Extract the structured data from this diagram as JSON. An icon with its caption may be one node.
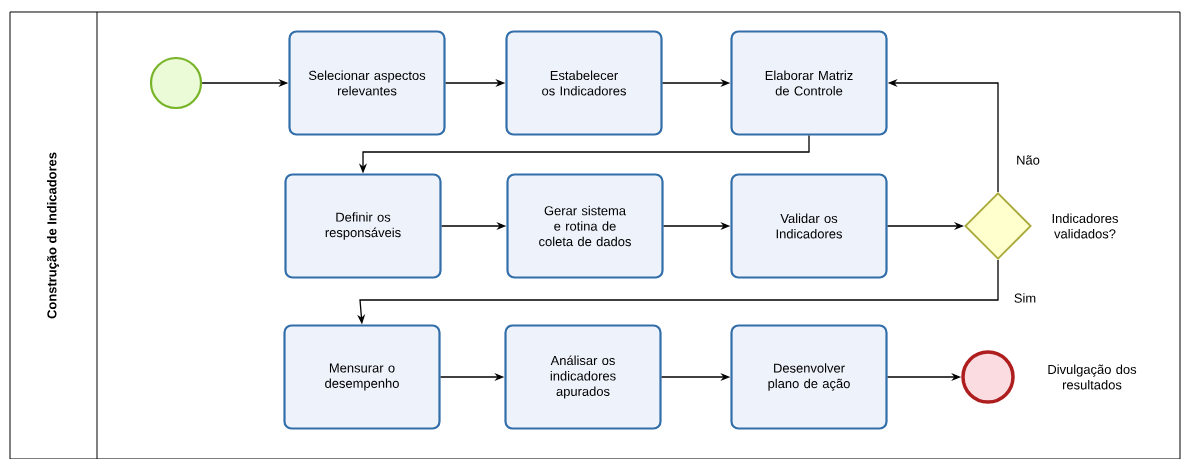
{
  "diagram": {
    "nodes": [
      {
        "text": [
          "Construção de Indicadores"
        ]
      },
      {
        "text": [],
        "shape": "circle",
        "in": 0
      },
      {
        "text": [
          "Selecionar aspectos relevantes"
        ],
        "in": 0
      },
      {
        "text": [
          "Estabelecer os Indicadores"
        ],
        "in": 0
      },
      {
        "text": [
          "Elaborar Matriz de Controle"
        ],
        "in": 0
      },
      {
        "text": [
          "Definir os responsáveis"
        ],
        "in": 0
      },
      {
        "text": [
          "Gerar sistema e rotina de coleta de dados"
        ],
        "in": 0
      },
      {
        "text": [
          "Validar os Indicadores"
        ],
        "in": 0
      },
      {
        "text": [],
        "shape": "diamond",
        "beside": [
          "Indicadores validados?"
        ],
        "in": 0
      },
      {
        "text": [
          "Mensurar o desempenho"
        ],
        "in": 0
      },
      {
        "text": [
          "Análisar os indicadores apurados"
        ],
        "in": 0
      },
      {
        "text": [
          "Desenvolver plano de ação"
        ],
        "in": 0
      },
      {
        "text": [],
        "shape": "circle",
        "beside": [
          "Divulgação dos resultados"
        ],
        "in": 0
      }
    ],
    "edges": [
      {
        "from": 1,
        "to": 2,
        "arrow": "to"
      },
      {
        "from": 2,
        "to": 3,
        "arrow": "to"
      },
      {
        "from": 3,
        "to": 4,
        "arrow": "to"
      },
      {
        "from": 4,
        "to": 5,
        "arrow": "to"
      },
      {
        "from": 5,
        "to": 6,
        "arrow": "to"
      },
      {
        "from": 6,
        "to": 7,
        "arrow": "to"
      },
      {
        "from": 7,
        "to": 8,
        "arrow": "to"
      },
      {
        "from": 8,
        "to": 4,
        "arrow": "to",
        "label": "Não"
      },
      {
        "from": 8,
        "to": 9,
        "arrow": "to",
        "label": "Sim"
      },
      {
        "from": 9,
        "to": 10,
        "arrow": "to"
      },
      {
        "from": 10,
        "to": 11,
        "arrow": "to"
      },
      {
        "from": 11,
        "to": 12,
        "arrow": "to"
      }
    ]
  }
}
